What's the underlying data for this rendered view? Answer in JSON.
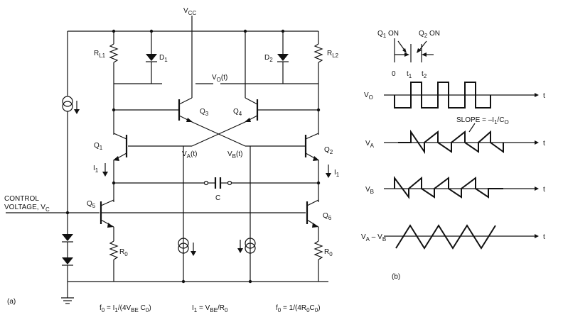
{
  "schematic": {
    "vcc": "V",
    "vcc_sub": "CC",
    "rl1": "R",
    "rl1_sub": "L1",
    "rl2": "R",
    "rl2_sub": "L2",
    "d1": "D",
    "d1_sub": "1",
    "d2": "D",
    "d2_sub": "2",
    "vo_t": "V",
    "vo_t_sub": "O",
    "vo_t_suffix": "(t)",
    "q1": "Q",
    "q1_sub": "1",
    "q2": "Q",
    "q2_sub": "2",
    "q3": "Q",
    "q3_sub": "3",
    "q4": "Q",
    "q4_sub": "4",
    "q5": "Q",
    "q5_sub": "5",
    "q6": "Q",
    "q6_sub": "6",
    "va_t": "V",
    "va_t_sub": "A",
    "va_t_suffix": "(t)",
    "vb_t": "V",
    "vb_t_sub": "B",
    "vb_t_suffix": "(t)",
    "i1_left": "I",
    "i1_left_sub": "1",
    "i1_right": "I",
    "i1_right_sub": "1",
    "cap": "C",
    "control_line1": "CONTROL",
    "control_line2": "VOLTAGE, V",
    "control_sub": "C",
    "r0_left": "R",
    "r0_left_sub": "0",
    "r0_right": "R",
    "r0_right_sub": "0",
    "part_a": "(a)"
  },
  "formulas": {
    "f0_a": "f",
    "f0_a_sub": "0",
    "f0_a_rest": " = I",
    "f0_a_sub2": "1",
    "f0_a_rest2": "/(4V",
    "f0_a_sub3": "BE",
    "f0_a_rest3": " C",
    "f0_a_sub4": "0",
    "f0_a_end": ")",
    "i1_eq": "I",
    "i1_eq_sub": "1",
    "i1_eq_rest": " = V",
    "i1_eq_sub2": "BE",
    "i1_eq_rest2": "/R",
    "i1_eq_sub3": "0",
    "f0_b": "f",
    "f0_b_sub": "0",
    "f0_b_rest": " = 1/(4R",
    "f0_b_sub2": "0",
    "f0_b_rest2": "C",
    "f0_b_sub3": "0",
    "f0_b_end": ")"
  },
  "waveforms": {
    "q1_on": "Q",
    "q1_on_sub": "1",
    "q1_on_rest": " ON",
    "q2_on": "Q",
    "q2_on_sub": "2",
    "q2_on_rest": " ON",
    "t0": "0",
    "t1": "t",
    "t1_sub": "1",
    "t2": "t",
    "t2_sub": "2",
    "vo": "V",
    "vo_sub": "O",
    "va": "V",
    "va_sub": "A",
    "vb": "V",
    "vb_sub": "B",
    "vavb": "V",
    "vavb_sub": "A",
    "vavb_mid": " – V",
    "vavb_sub2": "B",
    "slope": "SLOPE = –I",
    "slope_sub": "1",
    "slope_mid": "/C",
    "slope_sub2": "O",
    "t_axis": "t",
    "part_b": "(b)"
  }
}
